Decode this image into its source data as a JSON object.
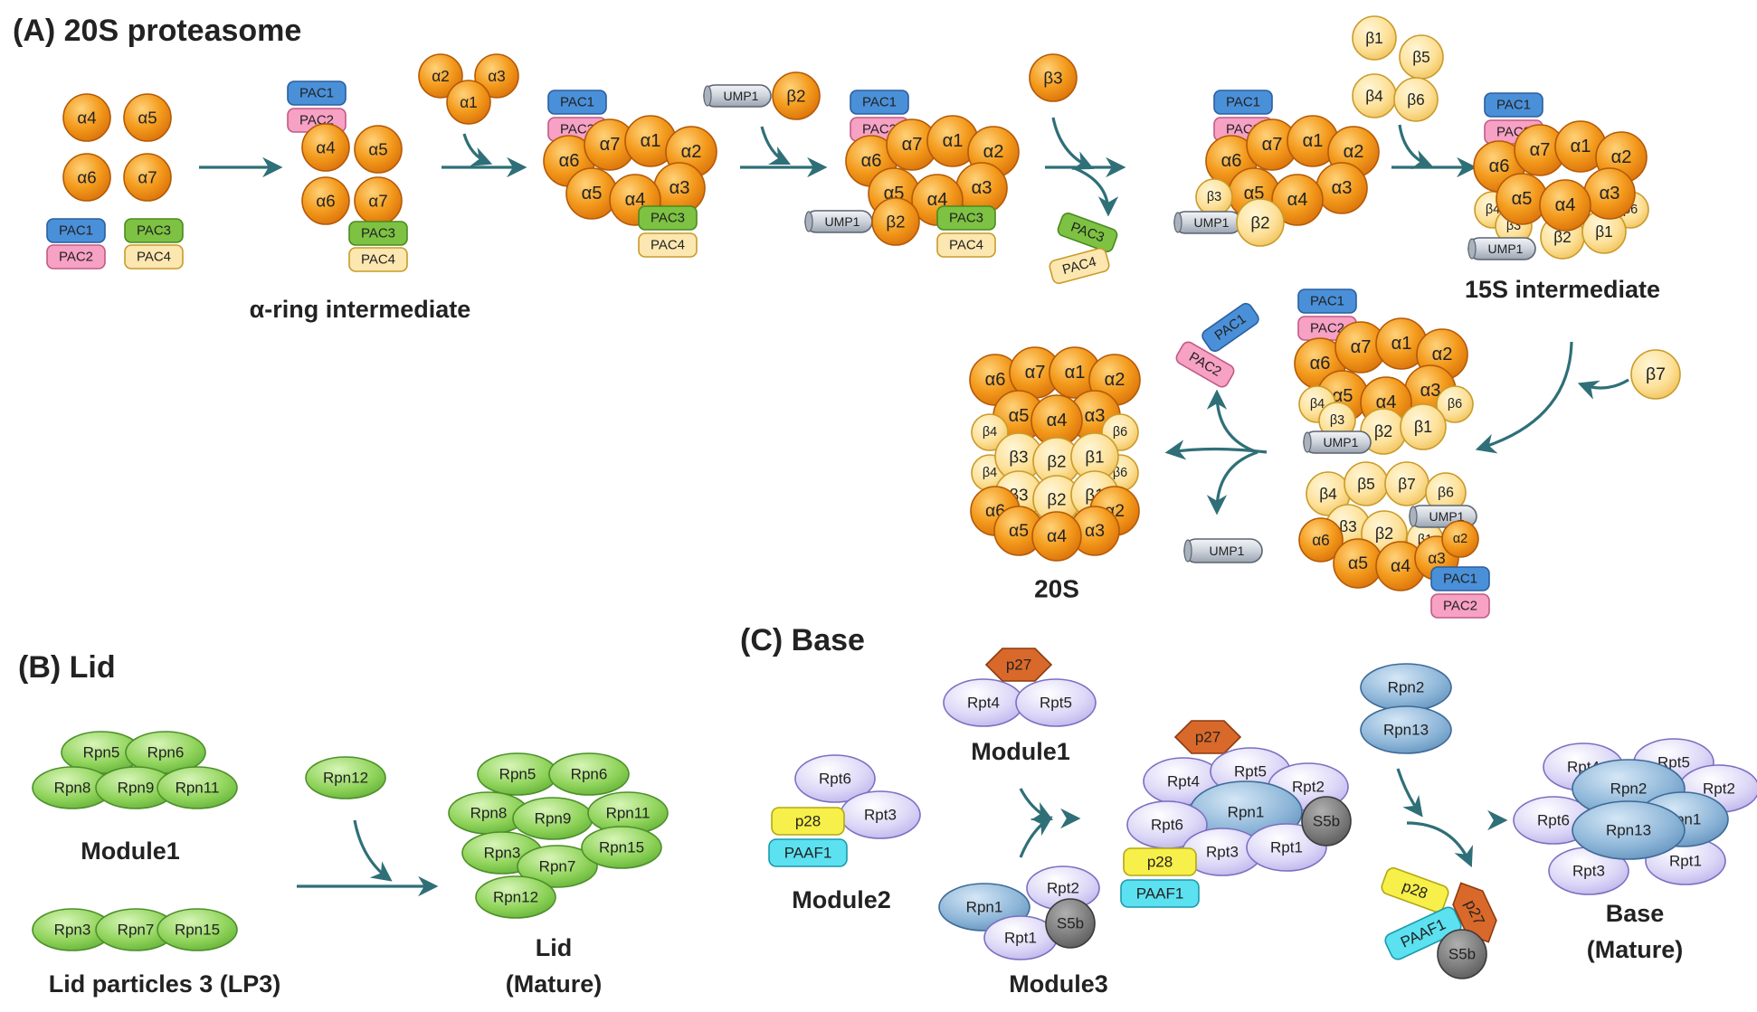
{
  "panels": {
    "a_title": "(A)  20S proteasome",
    "b_title": "(B) Lid",
    "c_title": "(C) Base"
  },
  "labels": {
    "alpha_ring_intermediate": "α-ring intermediate",
    "s15_intermediate": "15S intermediate",
    "s20": "20S",
    "lid_module1": "Module1",
    "lp3": "Lid particles 3 (LP3)",
    "lid_mature_1": "Lid",
    "lid_mature_2": "(Mature)",
    "base_module1": "Module1",
    "base_module2": "Module2",
    "base_module3": "Module3",
    "base_mature_1": "Base",
    "base_mature_2": "(Mature)"
  },
  "subunits": {
    "a1": "α1",
    "a2": "α2",
    "a3": "α3",
    "a4": "α4",
    "a5": "α5",
    "a6": "α6",
    "a7": "α7",
    "b1": "β1",
    "b2": "β2",
    "b3": "β3",
    "b4": "β4",
    "b5": "β5",
    "b6": "β6",
    "b7": "β7",
    "pac1": "PAC1",
    "pac2": "PAC2",
    "pac3": "PAC3",
    "pac4": "PAC4",
    "ump1": "UMP1",
    "rpn1": "Rpn1",
    "rpn2": "Rpn2",
    "rpn3": "Rpn3",
    "rpn5": "Rpn5",
    "rpn6": "Rpn6",
    "rpn7": "Rpn7",
    "rpn8": "Rpn8",
    "rpn9": "Rpn9",
    "rpn11": "Rpn11",
    "rpn12": "Rpn12",
    "rpn13": "Rpn13",
    "rpn15": "Rpn15",
    "rpt1": "Rpt1",
    "rpt2": "Rpt2",
    "rpt3": "Rpt3",
    "rpt4": "Rpt4",
    "rpt5": "Rpt5",
    "rpt6": "Rpt6",
    "p27": "p27",
    "p28": "p28",
    "paaf1": "PAAF1",
    "s5b": "S5b"
  },
  "colors": {
    "alpha": "#f39a1c",
    "beta": "#fde19a",
    "pac1": "#4a90d9",
    "pac2": "#f7a1c4",
    "pac3": "#7dc242",
    "pac4": "#fde7b0",
    "ump1": "#cdd3dc",
    "lid": "#8fd35a",
    "rpt": "#d9d4f5",
    "rpn_base": "#8fb7d9",
    "p27": "#d9692a",
    "p28": "#f7ef4a",
    "paaf1": "#5ce1f0",
    "s5b": "#7b7b7b",
    "arrow": "#2f6f78"
  },
  "icons": [
    "arrow-icon"
  ]
}
